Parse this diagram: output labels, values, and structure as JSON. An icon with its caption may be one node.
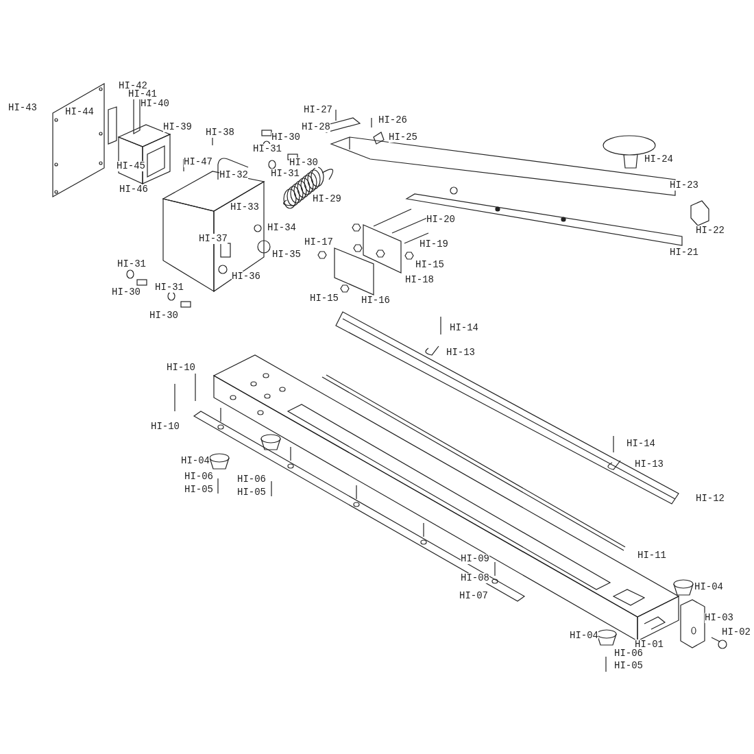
{
  "diagram": {
    "labels": [
      "HI-42",
      "HI-41",
      "HI-40",
      "HI-43",
      "HI-44",
      "HI-27",
      "HI-26",
      "HI-39",
      "HI-28",
      "HI-38",
      "HI-30",
      "HI-25",
      "HI-31",
      "HI-24",
      "HI-47",
      "HI-30",
      "HI-45",
      "HI-32",
      "HI-31",
      "HI-46",
      "HI-23",
      "HI-29",
      "HI-33",
      "HI-20",
      "HI-34",
      "HI-22",
      "HI-37",
      "HI-17",
      "HI-19",
      "HI-35",
      "HI-21",
      "HI-31",
      "HI-15",
      "HI-36",
      "HI-18",
      "HI-30",
      "HI-31",
      "HI-15",
      "HI-16",
      "HI-30",
      "HI-14",
      "HI-13",
      "HI-10",
      "HI-10",
      "HI-14",
      "HI-04",
      "HI-13",
      "HI-06",
      "HI-06",
      "HI-05",
      "HI-05",
      "HI-12",
      "HI-11",
      "HI-09",
      "HI-08",
      "HI-04",
      "HI-07",
      "HI-03",
      "HI-02",
      "HI-04",
      "HI-01",
      "HI-06",
      "HI-05"
    ]
  }
}
